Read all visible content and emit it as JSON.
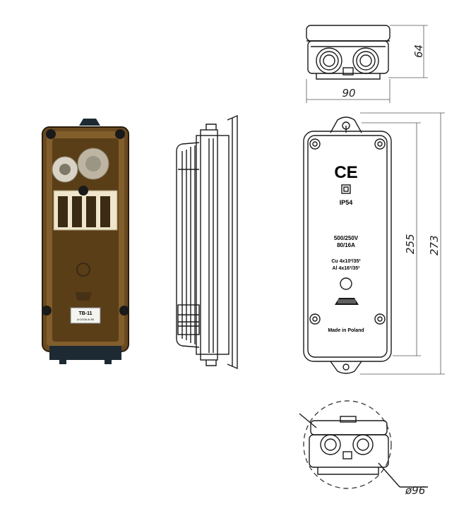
{
  "photo": {
    "device_label": "TB-11",
    "device_small_text": "4×10/16 Al 50"
  },
  "front_view": {
    "ce_mark": "CE",
    "ip_rating": "IP54",
    "voltage": "500/250V",
    "current": "80/16A",
    "cu_line": "Cu  4x10²/35²",
    "al_line": "Al  4x16²/35²",
    "maker_mark": "Made in Poland"
  },
  "dimensions": {
    "top_height": "64",
    "top_width": "90",
    "inner_height": "255",
    "outer_height": "273",
    "diameter": "ø96"
  },
  "colors": {
    "line": "#1a1a1a",
    "photo_amber": "#6b4a20",
    "photo_cream": "#efe6cc"
  }
}
